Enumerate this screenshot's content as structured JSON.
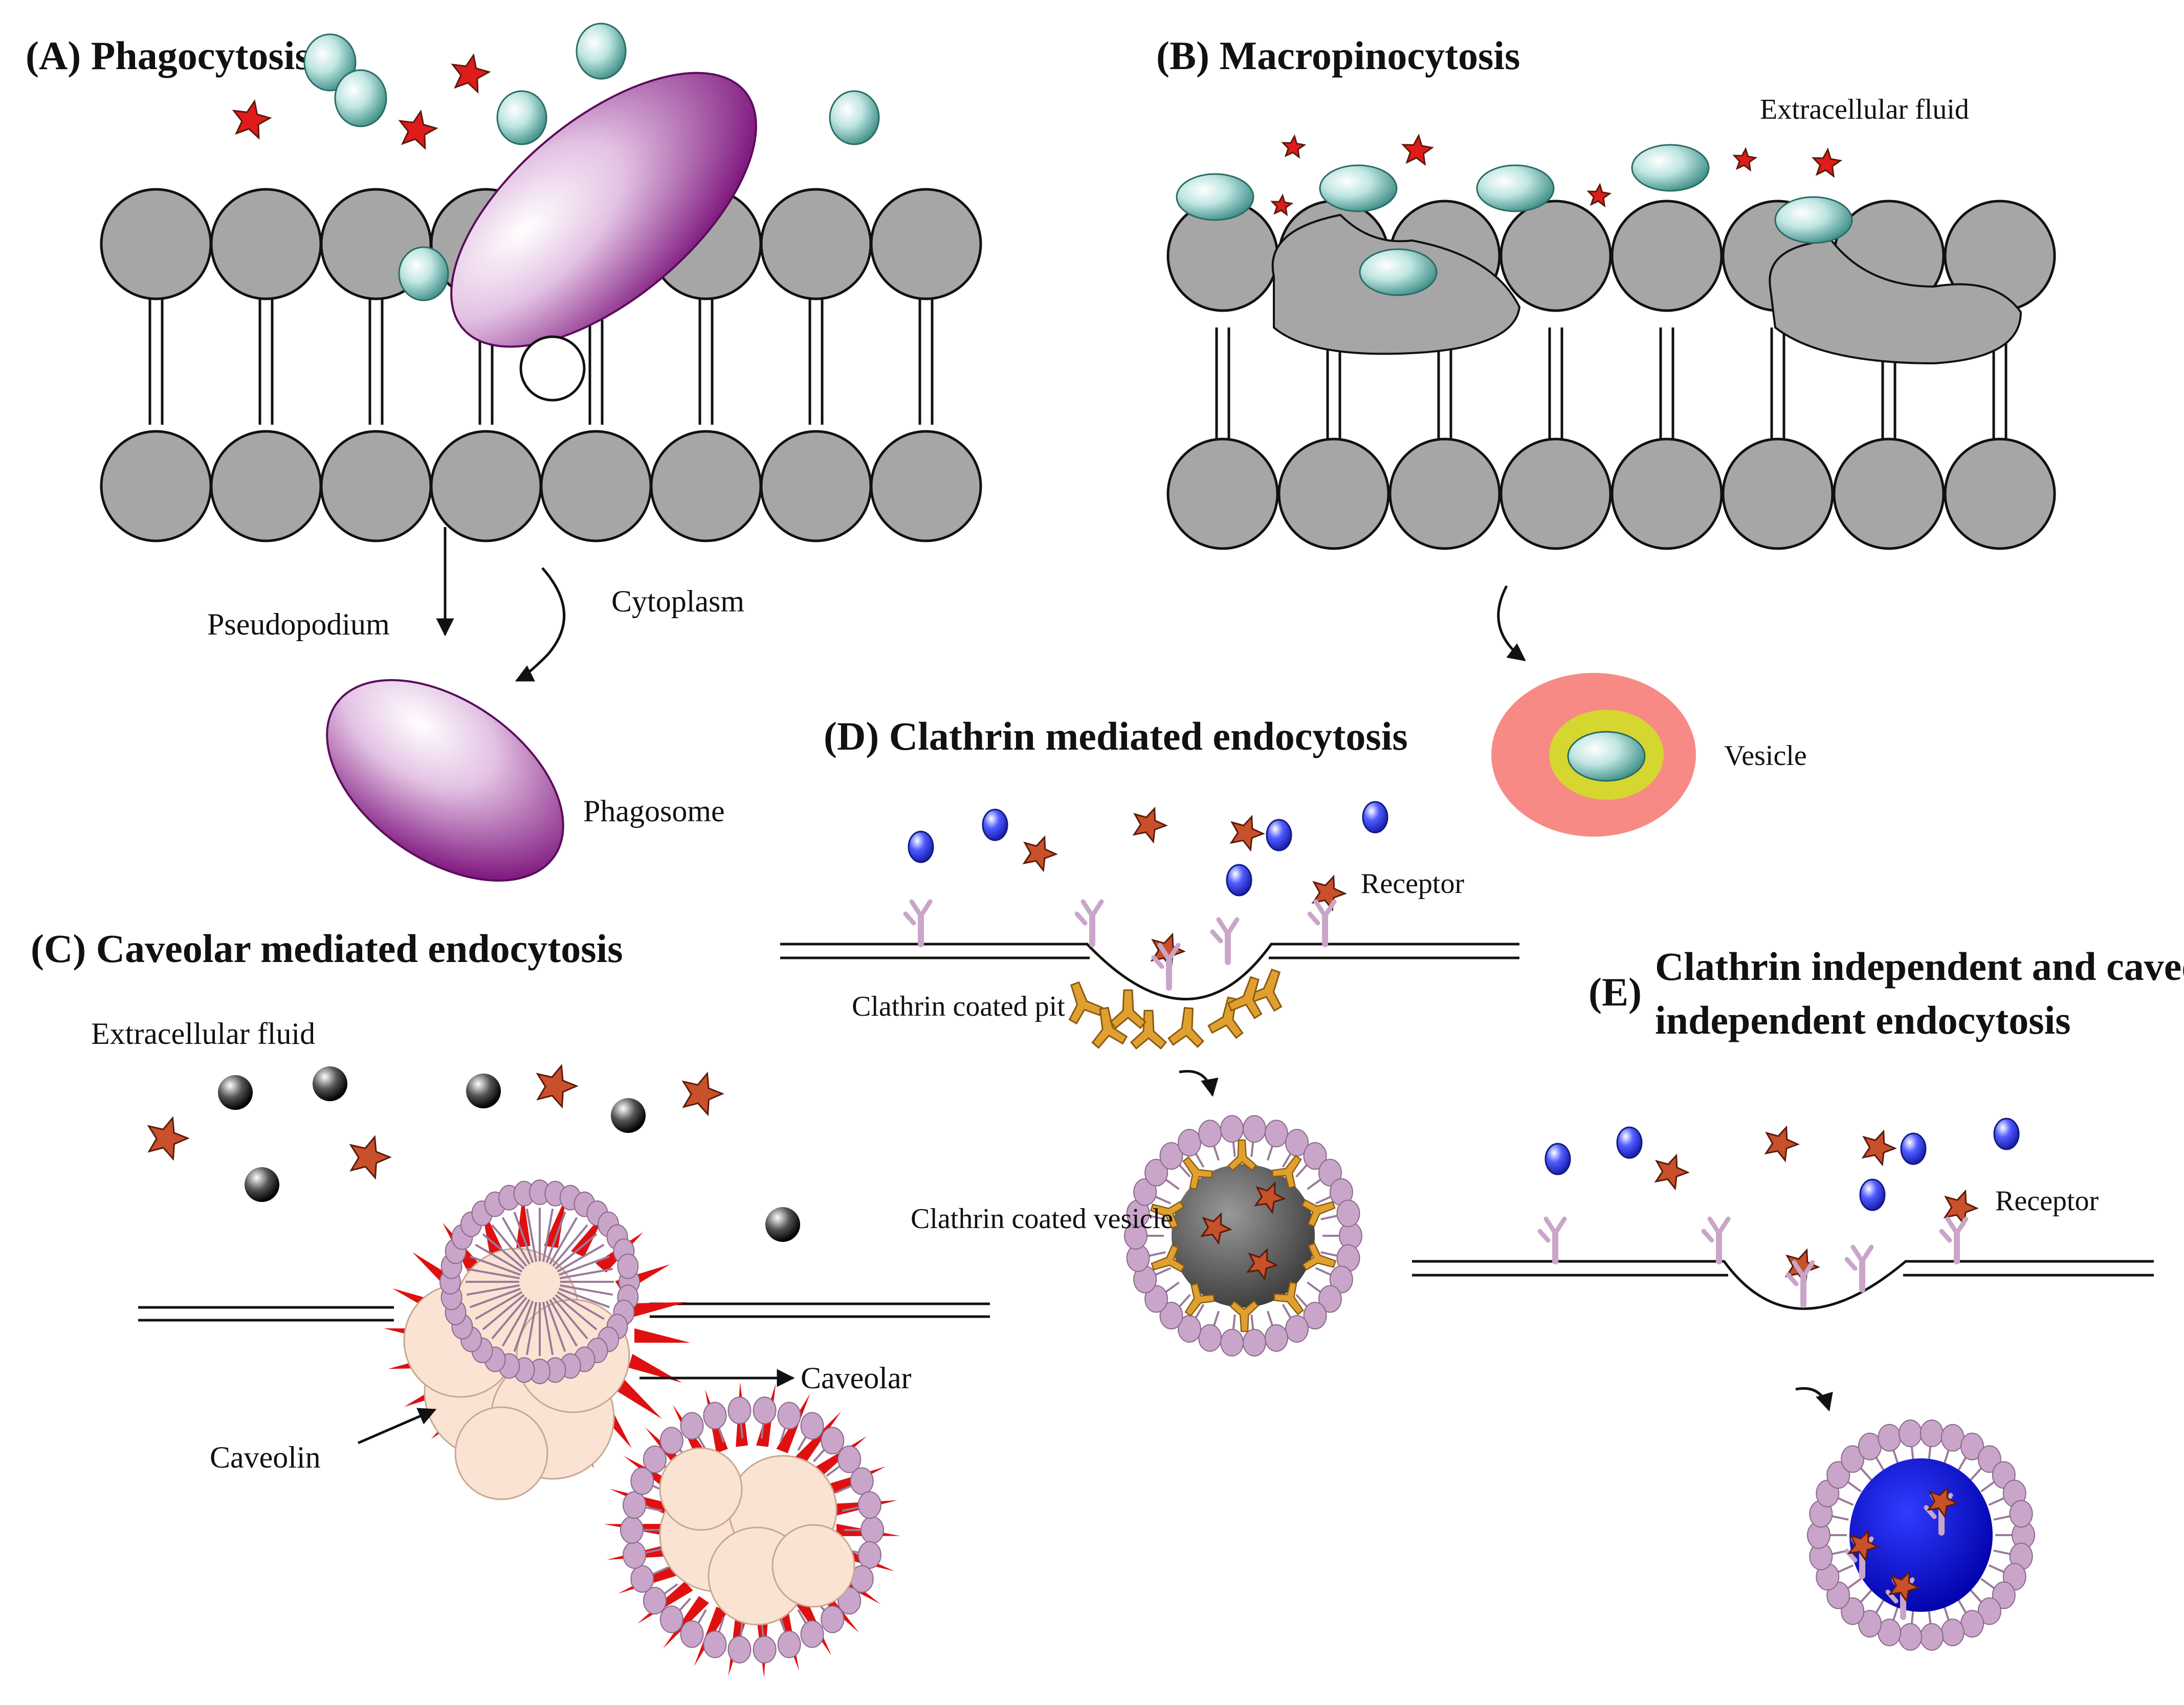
{
  "panels": {
    "A": {
      "title": "(A) Phagocytosis",
      "labels": {
        "pseudopodium": "Pseudopodium",
        "cytoplasm": "Cytoplasm",
        "phagosome": "Phagosome"
      }
    },
    "B": {
      "title": "(B) Macropinocytosis",
      "labels": {
        "extracellular_fluid": "Extracellular fluid",
        "vesicle": "Vesicle"
      }
    },
    "C": {
      "title": "(C) Caveolar mediated endocytosis",
      "labels": {
        "extracellular_fluid": "Extracellular fluid",
        "caveolar": "Caveolar",
        "caveolin": "Caveolin"
      }
    },
    "D": {
      "title": "(D) Clathrin mediated endocytosis",
      "labels": {
        "receptor": "Receptor",
        "clathrin_coated_pit": "Clathrin coated pit",
        "clathrin_coated_vesicle": "Clathrin coated vesicle"
      }
    },
    "E": {
      "title_letter": "(E)",
      "title_line1": "Clathrin independent and caveolin",
      "title_line2": "independent endocytosis",
      "labels": {
        "receptor": "Receptor"
      }
    }
  },
  "colors": {
    "lipid_head": "#a6a6a6",
    "phagosome": "#8b1a8b",
    "particle": "#8fcfc8",
    "star_red": "#e01b1b",
    "star_orange": "#c8502a",
    "blue_particle": "#2e3ae6",
    "vesicle_outer": "#f78a85",
    "vesicle_inner": "#d6d630",
    "clathrin": "#e0a030",
    "receptor": "#c9a6c9",
    "caveolin": "#fbe3d3"
  }
}
